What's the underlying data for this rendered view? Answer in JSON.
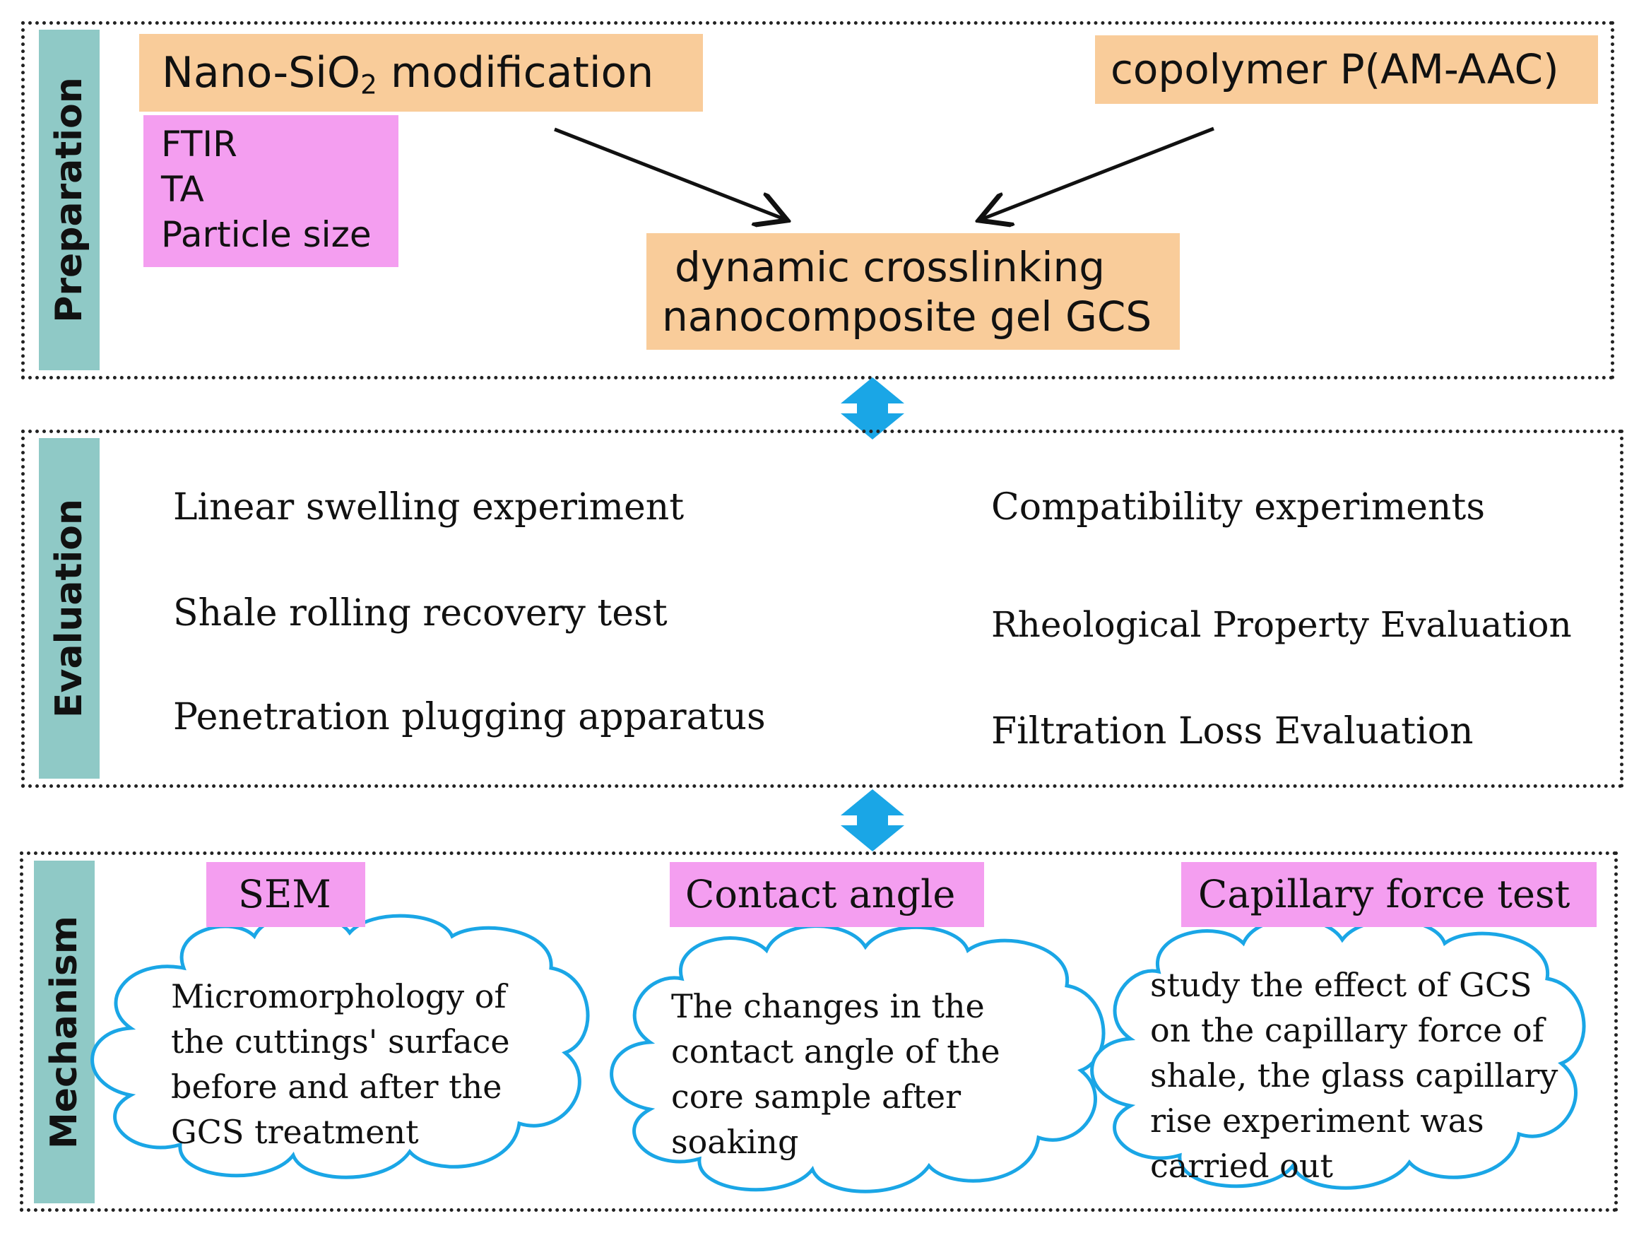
{
  "preparation": {
    "sidebar_label": "Preparation",
    "nano": {
      "text": "Nano-SiO",
      "sub": "2",
      "text_after": " modification"
    },
    "copolymer": "copolymer P(AM-AAC)",
    "characterization": [
      "FTIR",
      "TA",
      "Particle size"
    ],
    "gel": [
      "dynamic crosslinking",
      "nanocomposite gel GCS"
    ]
  },
  "evaluation": {
    "sidebar_label": "Evaluation",
    "left_items": [
      "Linear swelling experiment",
      "Shale rolling recovery test",
      "Penetration plugging apparatus"
    ],
    "right_items": [
      "Compatibility experiments",
      "Rheological Property Evaluation",
      "Filtration Loss Evaluation"
    ]
  },
  "mechanism": {
    "sidebar_label": "Mechanism",
    "methods": [
      {
        "label": "SEM",
        "cloud_lines": [
          "Micromorphology of",
          "the cuttings' surface",
          "before and after the",
          "GCS treatment"
        ]
      },
      {
        "label": "Contact angle",
        "cloud_lines": [
          "The changes in the",
          "contact angle of the",
          "core sample after",
          "soaking"
        ]
      },
      {
        "label": "Capillary force test",
        "cloud_lines": [
          "study the effect of GCS",
          "on the capillary force of",
          "shale, the glass capillary",
          "rise experiment was",
          "carried out"
        ]
      }
    ]
  },
  "colors": {
    "orange": "#f9cc9a",
    "pink": "#f49ef0",
    "teal": "#8fc9c6",
    "cloud_stroke": "#1aa6e6",
    "arrow": "#1aa6e6"
  }
}
